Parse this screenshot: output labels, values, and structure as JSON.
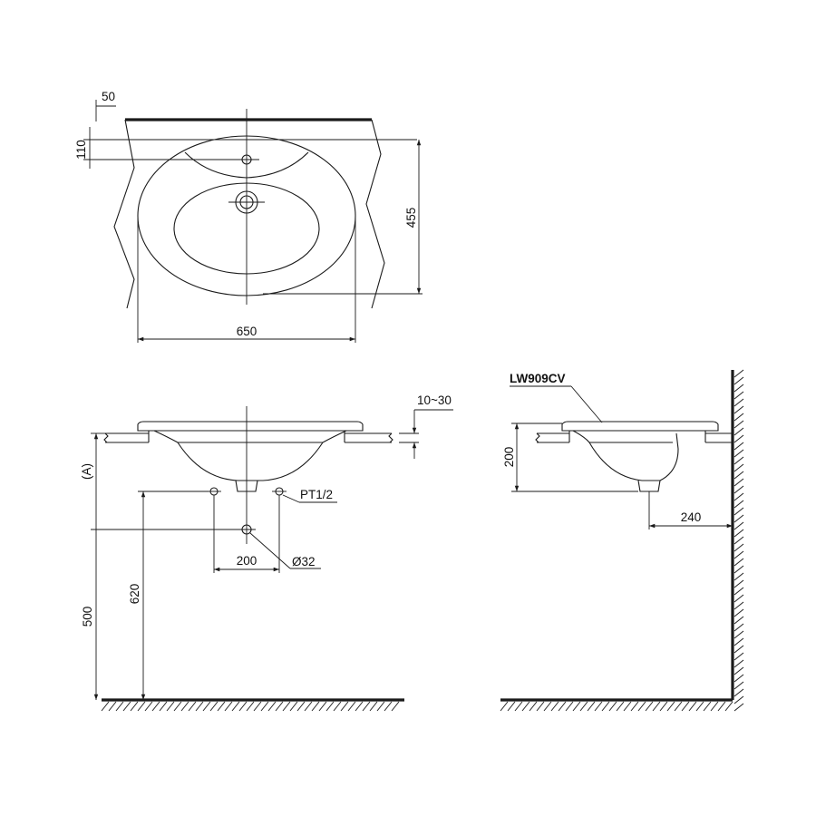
{
  "top_view": {
    "dim_50": "50",
    "dim_110": "110",
    "dim_455": "455",
    "dim_650": "650"
  },
  "front_view": {
    "dim_10_30": "10~30",
    "label_a": "(A)",
    "label_pt": "PT1/2",
    "dim_200": "200",
    "dim_d32": "Ø32",
    "dim_620": "620",
    "dim_500": "500"
  },
  "side_view": {
    "model": "LW909CV",
    "dim_200": "200",
    "dim_240": "240"
  }
}
